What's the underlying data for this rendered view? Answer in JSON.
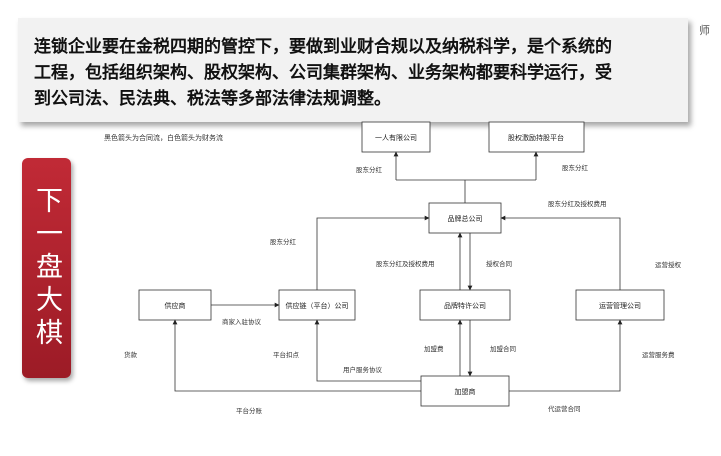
{
  "header": {
    "line1": "连锁企业要在金税四期的管控下，要做到业财合规以及纳税科学，是个系统的",
    "line2": "工程，包括组织架构、股权架构、公司集群架构、业务架构都要科学运行，受",
    "line3": "到公司法、民法典、税法等多部法律法规调整。"
  },
  "corner_logo_text": "师",
  "banner": {
    "text": "下一盘大棋"
  },
  "note": "黑色箭头为合同流，白色箭头为财务流",
  "nodes": {
    "one_person": "一人有限公司",
    "incentive": "股权激励持股平台",
    "brand_hq": "品牌总公司",
    "supplier": "供应商",
    "supply_chain": "供应链（平台）公司",
    "franchise": "品牌特许公司",
    "ops_mgmt": "运营管理公司",
    "franchisee": "加盟商"
  },
  "edges": {
    "div_left": "股东分红",
    "div_right": "股东分红",
    "div_auth_fee_top": "股东分红及授权费用",
    "div_supply": "股东分红",
    "div_auth_fee_mid": "股东分红及授权费用",
    "auth_contract": "授权合同",
    "ops_auth": "运营授权",
    "merchant_agreement": "商家入驻协议",
    "payment": "货款",
    "platform_commission": "平台扣点",
    "user_service": "用户服务协议",
    "franchise_fee": "加盟费",
    "franchise_contract": "加盟合同",
    "ops_service_fee": "运营服务费",
    "platform_share": "平台分账",
    "agency_contract": "代运营合同"
  }
}
